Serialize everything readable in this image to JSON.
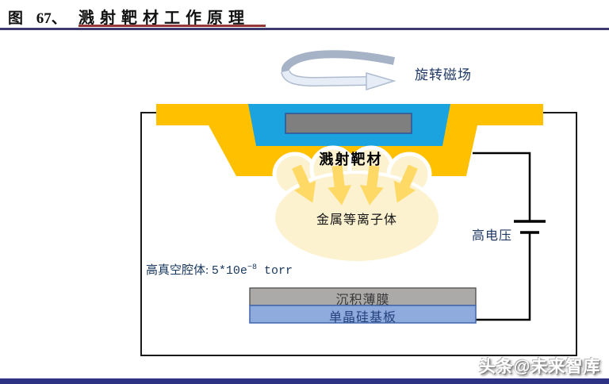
{
  "figure": {
    "number_label": "图 67、",
    "title": "溅射靶材工作原理"
  },
  "diagram": {
    "rotating_field_label": "旋转磁场",
    "sputtering_target_label": "溅射靶材",
    "plasma_label": "金属等离子体",
    "vacuum_prefix": "高真空腔体: ",
    "vacuum_value": "5*10e",
    "vacuum_exponent": "−8",
    "vacuum_unit": " torr",
    "high_voltage_label": "高电压",
    "deposited_film_label": "沉积薄膜",
    "silicon_substrate_label": "单晶硅基板"
  },
  "watermark": "头条@未来智库",
  "colors": {
    "target_holder_orange": "#FFC000",
    "backing_plate_blue": "#1BA3E0",
    "target_gray": "#7F7F7F",
    "plasma_cream": "#FCF2D0",
    "arrow_gold": "#FFD966",
    "film_gray": "#ACA9A9",
    "substrate_blue": "#8FAADC",
    "label_navy": "#1F3864",
    "title_rule_navy": "#3D3A6E",
    "title_underline_red": "#953734",
    "bottom_bar_navy": "#2D3282"
  }
}
